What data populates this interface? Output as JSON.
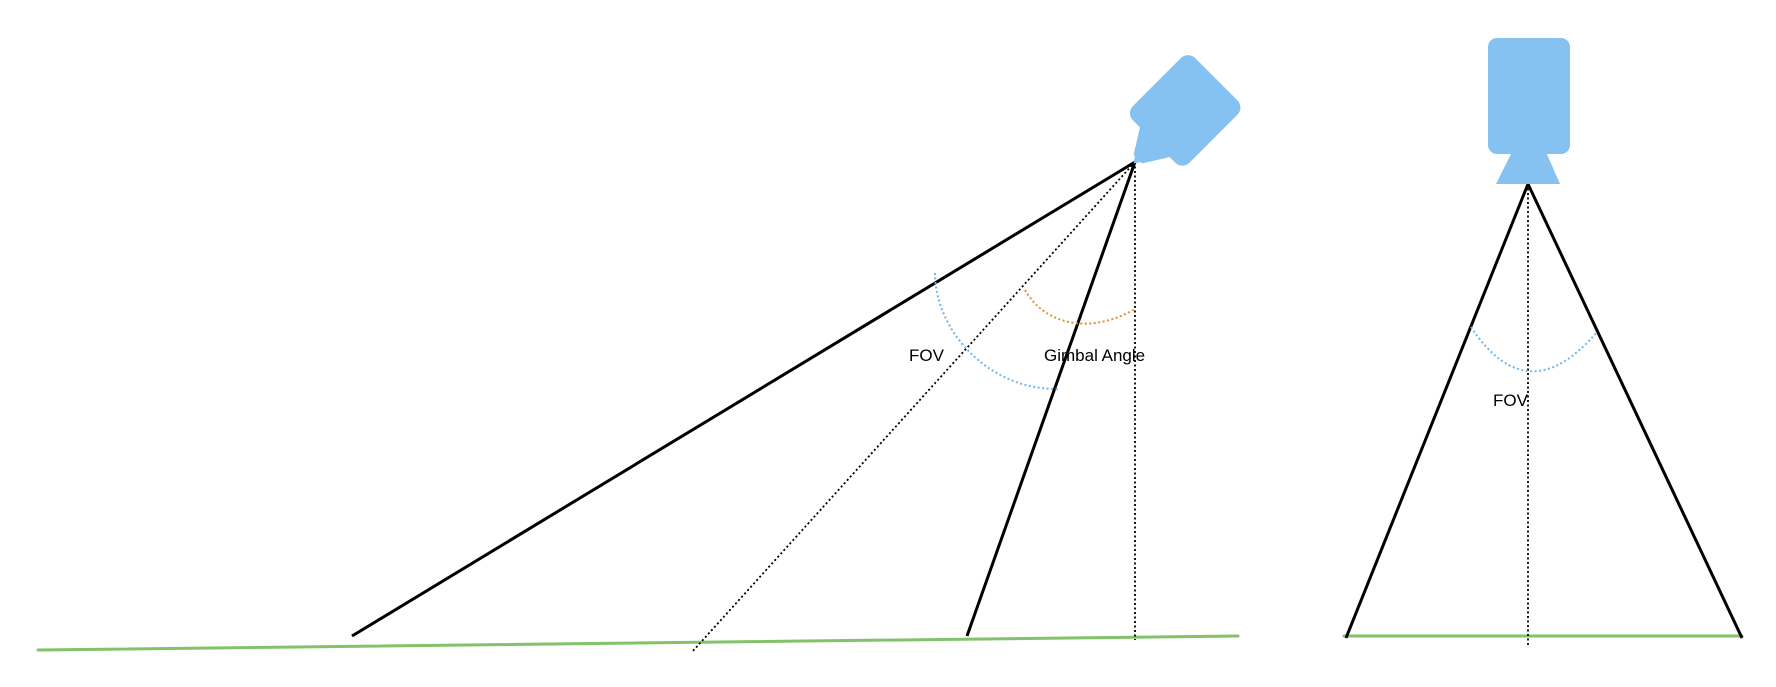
{
  "side_view": {
    "fov_label": "FOV",
    "gimbal_label": "Gimbal Angle",
    "camera_icon": "video-camera-icon"
  },
  "top_view": {
    "fov_label": "FOV",
    "camera_icon": "video-camera-icon"
  },
  "colors": {
    "camera": "#85C1F1",
    "ground": "#82C36A",
    "fov_arc": "#6EB7EE",
    "gimbal_arc": "#E0922A",
    "line": "#000000"
  }
}
